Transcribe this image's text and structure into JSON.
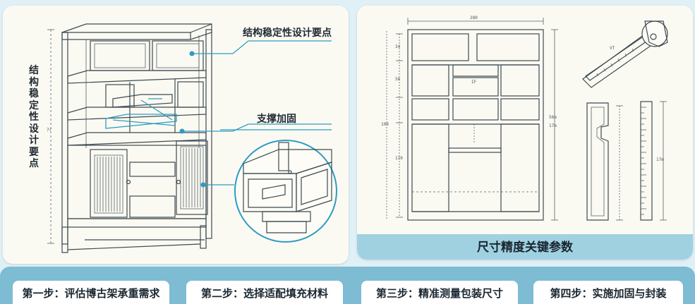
{
  "left_panel": {
    "vertical_title": "结构稳定性设计要点",
    "callout_top": "结构稳定性设计要点",
    "callout_middle": "支撑加固",
    "height_label": "7r"
  },
  "right_panel": {
    "footer_title": "尺寸精度关键参数",
    "dims": {
      "top_width": "280",
      "row1": "34",
      "row2": "56",
      "mid": "100",
      "lower": "110",
      "center_small": "IF",
      "right_a": "56m",
      "right_b": "17m",
      "tool_tag": "VT",
      "ruler": "17m"
    }
  },
  "steps": [
    "第一步：评估博古架承重需求",
    "第二步：选择适配填充材料",
    "第三步：精准测量包装尺寸",
    "第四步：实施加固与封装"
  ],
  "colors": {
    "background": "#dff0f6",
    "panel": "#fbfaf2",
    "accent_blue": "#2d9cc4",
    "footer_band": "#9fd1e1",
    "steps_bar": "#7dbcd3"
  }
}
